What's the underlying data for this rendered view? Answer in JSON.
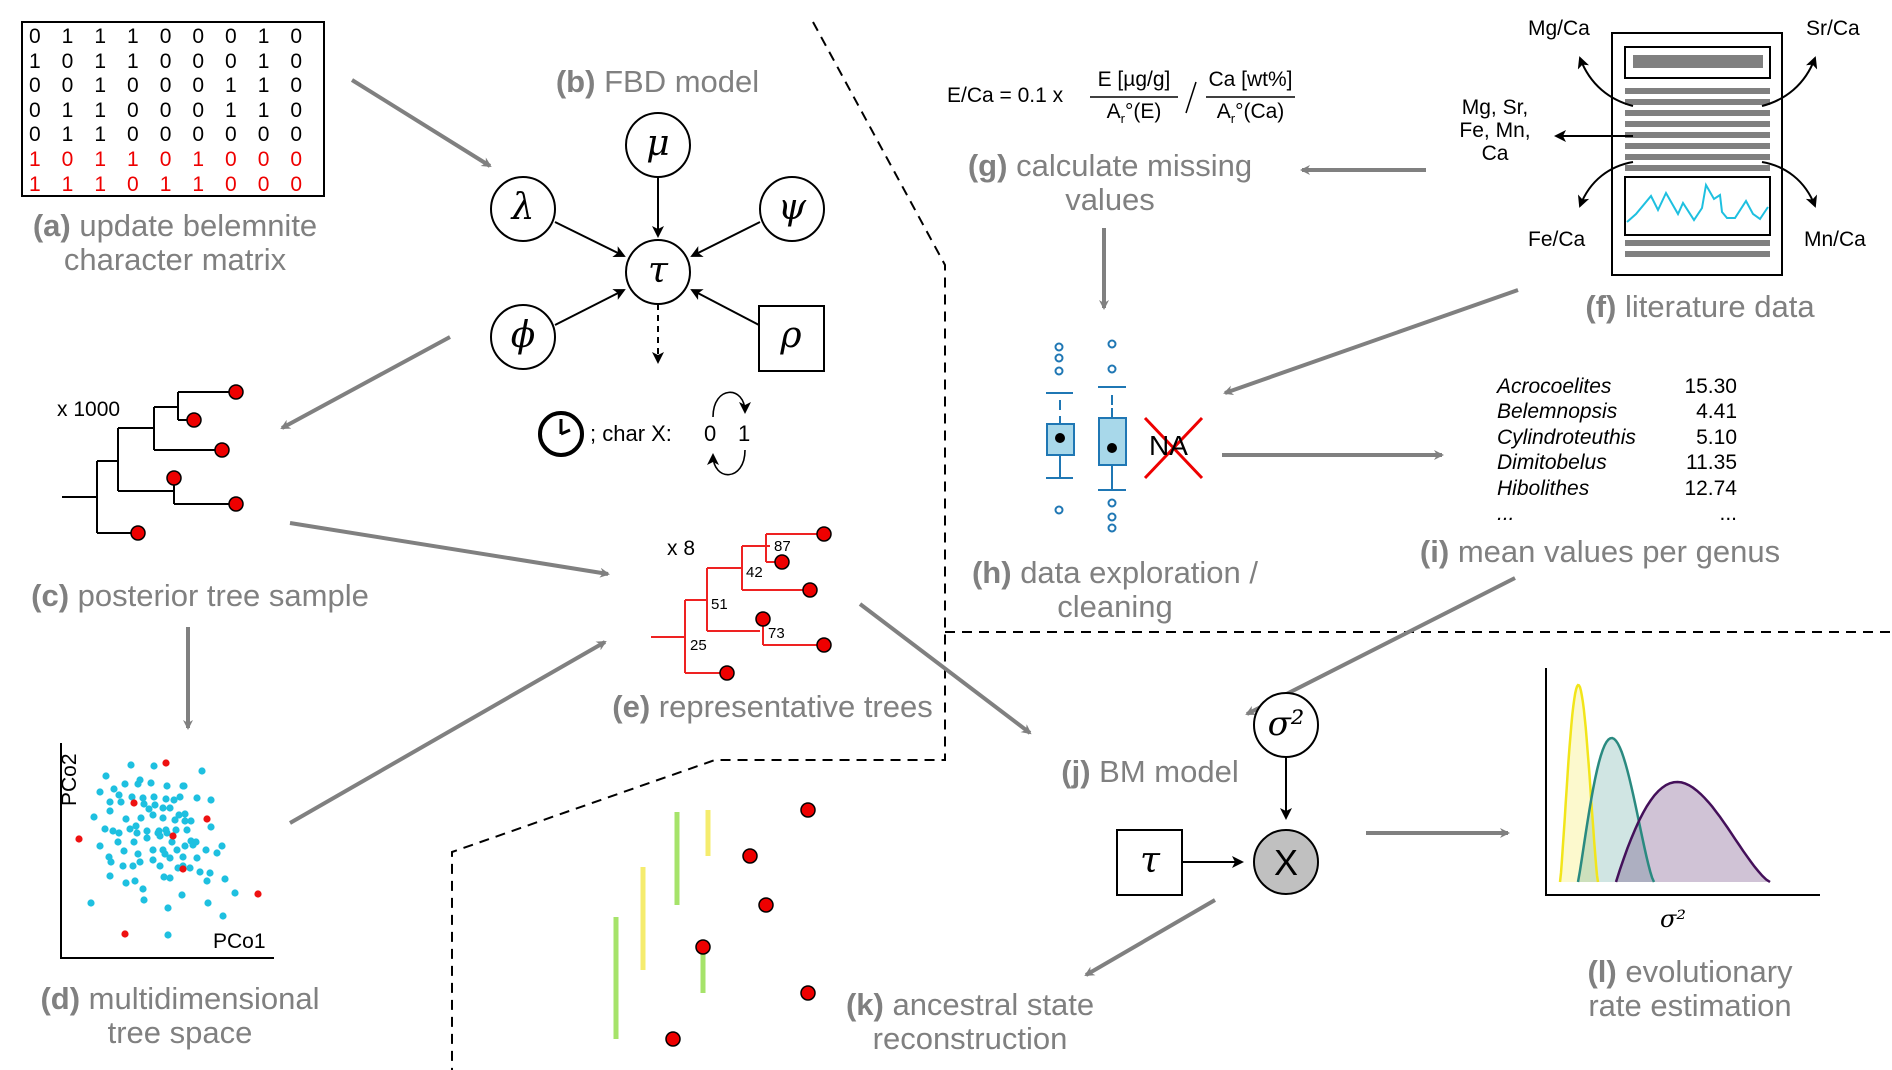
{
  "panels": {
    "a": {
      "letter": "(a)",
      "caption_line1": "update belemnite",
      "caption_line2": "character matrix",
      "matrix": [
        {
          "highlight": false,
          "cells": [
            "0",
            "1",
            "1",
            "1",
            "0",
            "0",
            "0",
            "1",
            "0"
          ]
        },
        {
          "highlight": false,
          "cells": [
            "1",
            "0",
            "1",
            "1",
            "0",
            "0",
            "0",
            "1",
            "0"
          ]
        },
        {
          "highlight": false,
          "cells": [
            "0",
            "0",
            "1",
            "0",
            "0",
            "0",
            "1",
            "1",
            "0"
          ]
        },
        {
          "highlight": false,
          "cells": [
            "0",
            "1",
            "1",
            "0",
            "0",
            "0",
            "1",
            "1",
            "0"
          ]
        },
        {
          "highlight": false,
          "cells": [
            "0",
            "1",
            "1",
            "0",
            "0",
            "0",
            "0",
            "0",
            "0"
          ]
        },
        {
          "highlight": true,
          "cells": [
            "1",
            "0",
            "1",
            "1",
            "0",
            "1",
            "0",
            "0",
            "0"
          ]
        },
        {
          "highlight": true,
          "cells": [
            "1",
            "1",
            "1",
            "0",
            "1",
            "1",
            "0",
            "0",
            "0"
          ]
        }
      ]
    },
    "b": {
      "letter": "(b)",
      "caption": "FBD model",
      "nodes": {
        "mu": "μ",
        "lambda": "λ",
        "psi": "ψ",
        "tau": "τ",
        "phi": "ϕ",
        "rho": "ρ"
      },
      "legend_text": "; char X:",
      "state0": "0",
      "state1": "1"
    },
    "c": {
      "letter": "(c)",
      "caption": "posterior tree sample",
      "multiplier": "x 1000"
    },
    "d": {
      "letter": "(d)",
      "caption_line1": "multidimensional",
      "caption_line2": "tree space",
      "xlabel": "PCo1",
      "ylabel": "PCo2"
    },
    "e": {
      "letter": "(e)",
      "caption": "representative trees",
      "multiplier": "x 8",
      "support_values": [
        "87",
        "42",
        "51",
        "73",
        "25"
      ]
    },
    "f": {
      "letter": "(f)",
      "caption": "literature data",
      "ratios": {
        "top_left": "Mg/Ca",
        "top_right": "Sr/Ca",
        "bottom_left": "Fe/Ca",
        "bottom_right": "Mn/Ca"
      },
      "elements_line1": "Mg, Sr,",
      "elements_line2": "Fe, Mn,",
      "elements_line3": "Ca"
    },
    "g": {
      "letter": "(g)",
      "caption_line1": "calculate missing",
      "caption_line2": "values",
      "formula": {
        "lhs": "E/Ca = 0.1 x",
        "num1": "E [µg/g]",
        "den1": "Ar°(E)",
        "num2": "Ca [wt%]",
        "den2": "Ar°(Ca)"
      }
    },
    "h": {
      "letter": "(h)",
      "caption_line1": "data exploration /",
      "caption_line2": "cleaning",
      "na_label": "NA"
    },
    "i": {
      "letter": "(i)",
      "caption": "mean values per genus",
      "rows": [
        {
          "genus": "Acrocoelites",
          "value": "15.30"
        },
        {
          "genus": "Belemnopsis",
          "value": "4.41"
        },
        {
          "genus": "Cylindroteuthis",
          "value": "5.10"
        },
        {
          "genus": "Dimitobelus",
          "value": "11.35"
        },
        {
          "genus": "Hibolithes",
          "value": "12.74"
        },
        {
          "genus": "...",
          "value": "..."
        }
      ]
    },
    "j": {
      "letter": "(j)",
      "caption": "BM model",
      "node_sigma": "σ²",
      "node_tau": "τ",
      "node_x": "X"
    },
    "k": {
      "letter": "(k)",
      "caption_line1": "ancestral state",
      "caption_line2": "reconstruction"
    },
    "l": {
      "letter": "(l)",
      "caption_line1": "evolutionary",
      "caption_line2": "rate estimation",
      "xlabel": "σ²"
    }
  },
  "colors": {
    "caption": "#808080",
    "arrow": "#808080",
    "tip": "#ee0000",
    "tree_red": "#ee2222",
    "scatter_blue": "#1ec0e0",
    "scatter_red": "#ee1111",
    "box_fill": "#a8d8ea",
    "box_stroke": "#1f77b4",
    "dens_yellow": "#f2e51a",
    "dens_teal": "#2a8a80",
    "dens_purple": "#44105a"
  }
}
